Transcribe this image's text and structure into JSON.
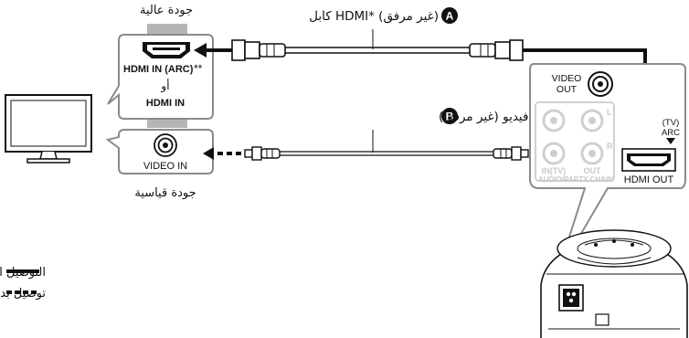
{
  "tv": {
    "high_quality_label": "جودة عالية",
    "hdmi_port_label": "HDMI IN (ARC)",
    "double_asterisk": "**",
    "or_label": "أو",
    "hdmi_in_label": "HDMI IN",
    "video_in_label": "VIDEO IN",
    "standard_quality_label": "جودة قياسية"
  },
  "cables": {
    "a_badge": "A",
    "a_label": "كابل HDMI* (غير مرفق)",
    "b_badge": "B",
    "b_label": "كابل فيديو (غير مرفق)"
  },
  "speaker": {
    "video_out_label_line1": "VIDEO",
    "video_out_label_line2": "OUT",
    "tv_arc_line1": "(TV)",
    "tv_arc_line2": "ARC",
    "hdmi_out_label": "HDMI OUT",
    "l_label": "L",
    "r_label": "R",
    "in_tv_label": "IN(TV)",
    "out_label": "OUT",
    "audio_party_label": "AUDIO/PARTY CHAIN"
  },
  "legend": {
    "recommended": "التوصيل الموصى به",
    "alternative": "توصيل بديل"
  },
  "colors": {
    "line": "#111111",
    "panel_border": "#8a8a8a",
    "grey_connector": "#9a9a9a",
    "faded_labels": "#c9c9c9"
  }
}
